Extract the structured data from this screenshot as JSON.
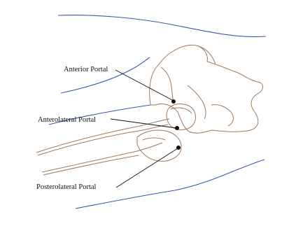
{
  "labels": {
    "anterior": "Anterior Portal",
    "anterolateral": "Anterolateral Portal",
    "posterolateral": "Posterolateral Portal"
  },
  "colors": {
    "skin_outline": "#3a56b0",
    "bone_outline": "#a0785a",
    "leader": "#111111",
    "portal_dot": "#111111",
    "background": "#ffffff"
  }
}
